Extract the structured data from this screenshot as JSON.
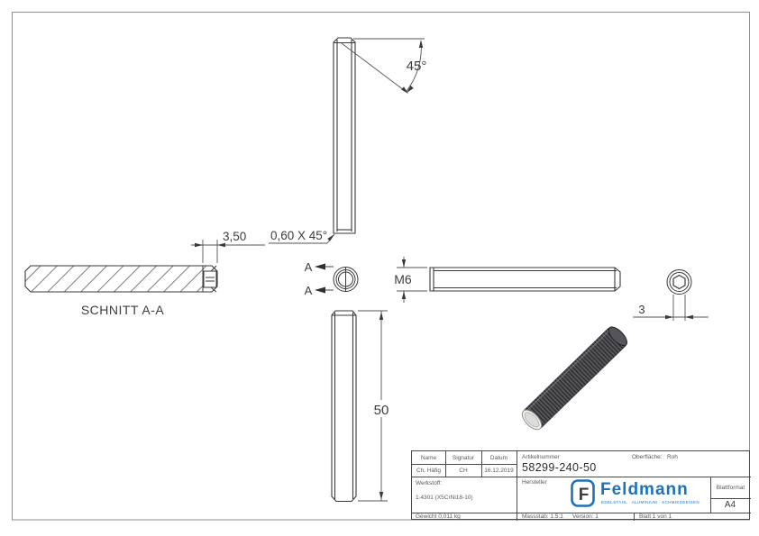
{
  "drawing": {
    "angle_label": "45°",
    "chamfer_label": "0,60 X 45°",
    "socket_depth_label": "3,50",
    "section_title": "SCHNITT A-A",
    "section_arrow_label": "A",
    "thread_label": "M6",
    "hex_label": "3",
    "length_label": "50"
  },
  "title_block": {
    "name_label": "Name",
    "name_value": "Ch. Häfig",
    "signature_label": "Signatur",
    "signature_value": "CH",
    "date_label": "Datum",
    "date_value": "16.12.2019",
    "article_label": "Artikelnummer",
    "article_value": "58299-240-50",
    "surface_label": "Oberfläche:",
    "surface_value": "Roh",
    "material_label": "Werkstoff:",
    "material_value": "1.4301 (X5CrNi18-10)",
    "manufacturer_label": "Hersteller",
    "logo_brand": "Feldmann",
    "logo_monogram": "F",
    "logo_tagline": "EDELSTAHL · ALUMINIUM · SCHMIEDEEISEN",
    "format_label": "Blattformat",
    "format_value": "A4",
    "weight": "Gewicht 0,011 kg",
    "scale": "Massstab: 1.5:1",
    "version": "Version: 1",
    "sheet": "Blatt 1 von 1"
  },
  "colors": {
    "line": "#3a3a3a",
    "dim": "#4f4f4f",
    "brand_blue": "#1f72b8"
  }
}
